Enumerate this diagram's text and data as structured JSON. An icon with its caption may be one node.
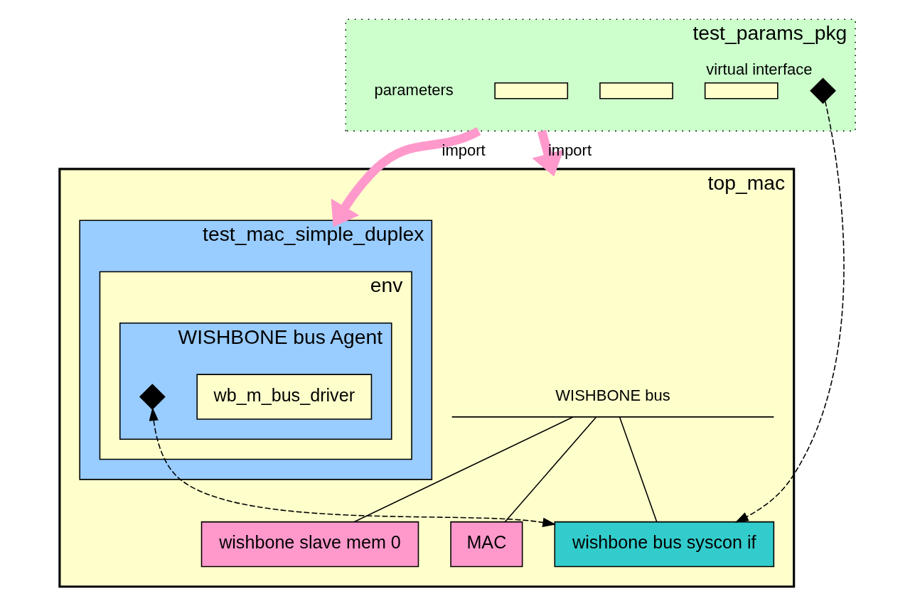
{
  "diagram": {
    "nodes": [
      {
        "text": [
          "test_params_pkg"
        ]
      },
      {
        "text": [],
        "shape": "box",
        "in": 0
      },
      {
        "text": [],
        "shape": "box",
        "in": 0
      },
      {
        "text": [],
        "shape": "box",
        "in": 0
      },
      {
        "text": [],
        "shape": "diamond",
        "in": 0,
        "beside": [
          "virtual interface"
        ]
      },
      {
        "text": [
          "top_mac"
        ]
      },
      {
        "text": [
          "test_mac_simple_duplex"
        ],
        "in": 5
      },
      {
        "text": [
          "env"
        ],
        "in": 6
      },
      {
        "text": [
          "WISHBONE bus Agent"
        ],
        "in": 7
      },
      {
        "text": [
          "wb_m_bus_driver"
        ],
        "in": 8
      },
      {
        "text": [],
        "shape": "diamond",
        "in": 8
      },
      {
        "text": [
          "WISHBONE bus"
        ],
        "in": 5
      },
      {
        "text": [
          "wishbone bus syscon if"
        ],
        "in": 5
      },
      {
        "text": [
          "wishbone slave mem 0"
        ],
        "in": 5
      },
      {
        "text": [
          "MAC"
        ],
        "in": 5
      }
    ],
    "edges": [
      {
        "from": 0,
        "to": 6,
        "arrow": "to",
        "label": "import",
        "style": "thick",
        "color": "#ff99cc"
      },
      {
        "from": 0,
        "to": 5,
        "arrow": "to",
        "label": "import",
        "style": "thick",
        "color": "#ff99cc"
      },
      {
        "from": 4,
        "to": 12,
        "arrow": "to",
        "style": "dashed"
      },
      {
        "from": 10,
        "to": 12,
        "arrow": "both",
        "style": "dashed"
      },
      {
        "from": 11,
        "to": 12,
        "arrow": "none"
      },
      {
        "from": 11,
        "to": 13,
        "arrow": "none"
      },
      {
        "from": 11,
        "to": 14,
        "arrow": "none"
      }
    ],
    "labels": [
      "parameters"
    ]
  }
}
